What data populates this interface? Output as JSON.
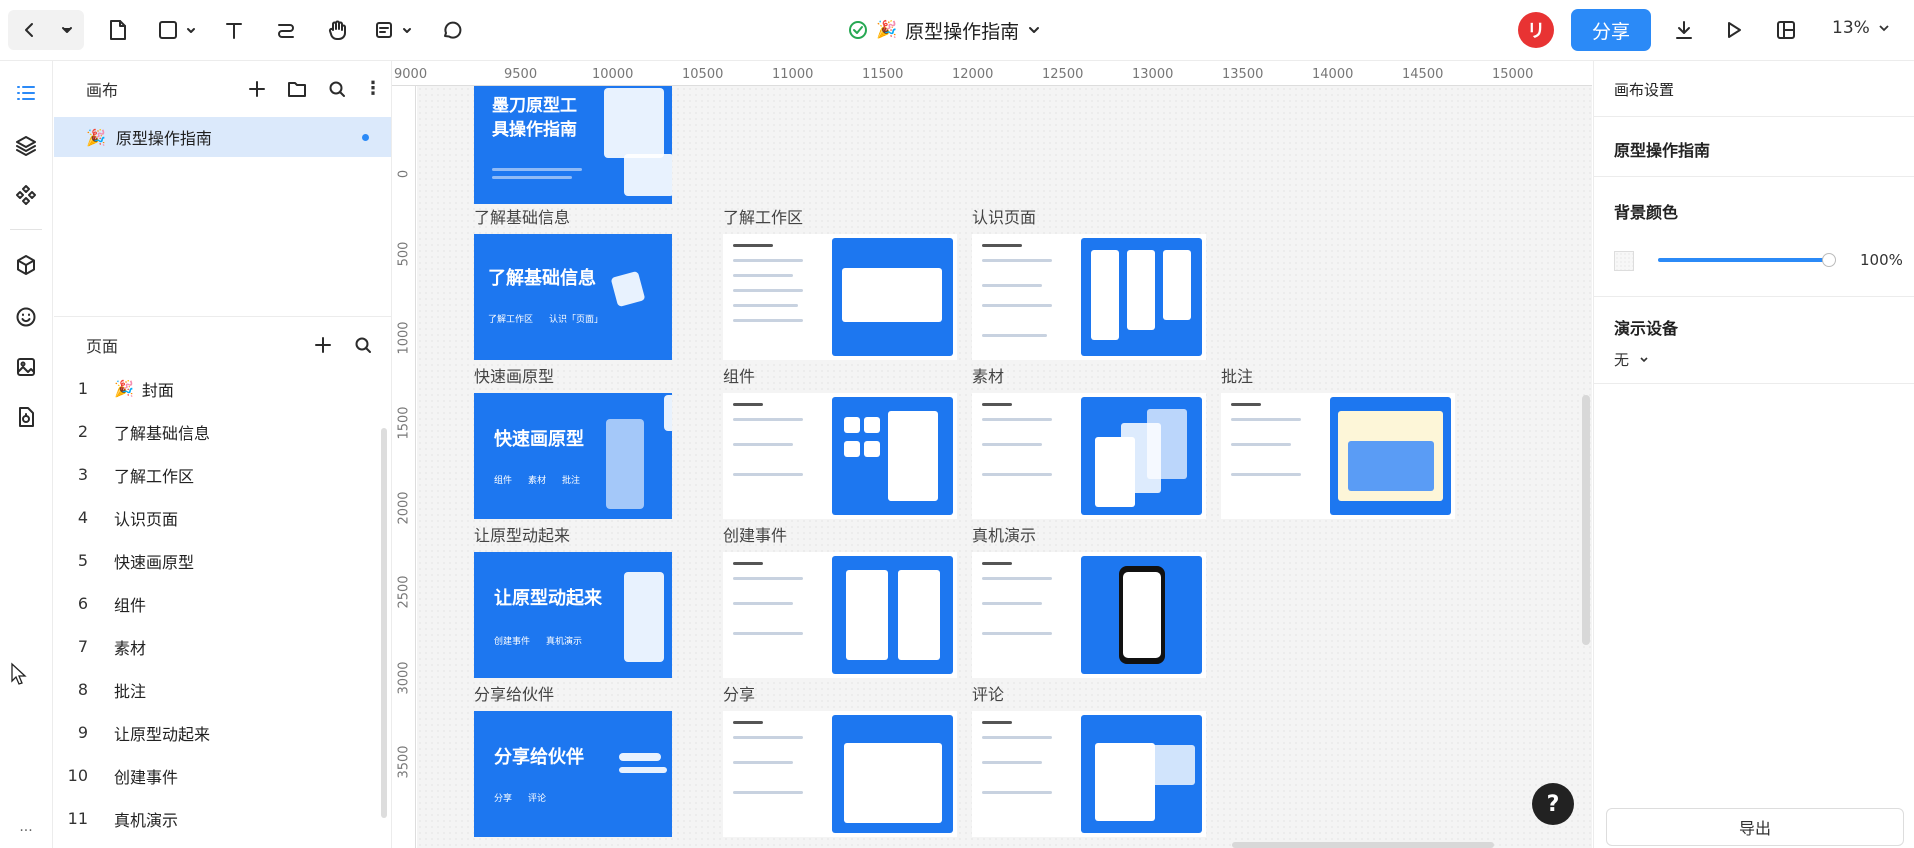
{
  "toolbar": {
    "title": "原型操作指南",
    "share_label": "分享",
    "avatar_initial": "リ",
    "zoom": "13%",
    "icons": [
      "back-icon",
      "dropdown-icon",
      "page-icon",
      "frame-icon",
      "text-icon",
      "connector-icon",
      "hand-icon",
      "note-icon",
      "comment-icon",
      "sync-check-icon",
      "party-icon",
      "download-icon",
      "play-icon",
      "layout-icon"
    ]
  },
  "left_panel": {
    "canvas_header": "画布",
    "canvas_item": "原型操作指南",
    "pages_header": "页面",
    "pages": [
      {
        "num": "1",
        "label": "封面",
        "emoji": "🎉"
      },
      {
        "num": "2",
        "label": "了解基础信息"
      },
      {
        "num": "3",
        "label": "了解工作区"
      },
      {
        "num": "4",
        "label": "认识页面"
      },
      {
        "num": "5",
        "label": "快速画原型"
      },
      {
        "num": "6",
        "label": "组件"
      },
      {
        "num": "7",
        "label": "素材"
      },
      {
        "num": "8",
        "label": "批注"
      },
      {
        "num": "9",
        "label": "让原型动起来"
      },
      {
        "num": "10",
        "label": "创建事件"
      },
      {
        "num": "11",
        "label": "真机演示"
      }
    ]
  },
  "ruler": {
    "h": [
      "9000",
      "9500",
      "10000",
      "10500",
      "11000",
      "11500",
      "12000",
      "12500",
      "13000",
      "13500",
      "14000",
      "14500",
      "15000"
    ],
    "v": [
      "0",
      "500",
      "1000",
      "1500",
      "2000",
      "2500",
      "3000",
      "3500"
    ]
  },
  "canvas": {
    "cover_title": "墨刀原型工具操作指南",
    "sections": {
      "s1": "了解基础信息",
      "s2": "了解工作区",
      "s3": "认识页面",
      "s4": "快速画原型",
      "s5": "组件",
      "s6": "素材",
      "s7": "批注",
      "s8": "让原型动起来",
      "s9": "创建事件",
      "s10": "真机演示",
      "s11": "分享给伙伴",
      "s12": "分享",
      "s13": "评论"
    },
    "frame_titles": {
      "f1": "了解基础信息",
      "f4": "快速画原型",
      "f8": "让原型动起来",
      "f11": "分享给伙伴"
    },
    "frame_subs": {
      "f1": [
        "了解工作区",
        "认识「页面」"
      ],
      "f4": [
        "组件",
        "素材",
        "批注"
      ],
      "f8": [
        "创建事件",
        "真机演示"
      ],
      "f11": [
        "分享",
        "评论"
      ]
    }
  },
  "right_panel": {
    "header": "画布设置",
    "doc_name": "原型操作指南",
    "bg_label": "背景颜色",
    "bg_opacity": "100%",
    "device_label": "演示设备",
    "device_value": "无",
    "export_label": "导出"
  },
  "colors": {
    "accent": "#2b8af7",
    "frame_blue": "#1d77f0",
    "avatar": "#e83333"
  }
}
